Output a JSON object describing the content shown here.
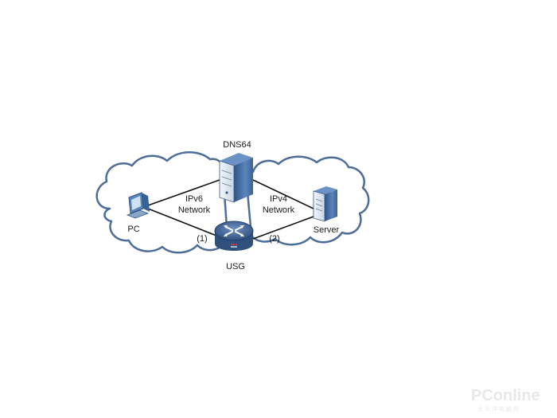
{
  "diagram": {
    "nodes": {
      "dns64": "DNS64",
      "pc": "PC",
      "server": "Server",
      "usg": "USG"
    },
    "networks": {
      "ipv6_line1": "IPv6",
      "ipv6_line2": "Network",
      "ipv4_line1": "IPv4",
      "ipv4_line2": "Network"
    },
    "steps": {
      "step1": "(1)",
      "step2": "(2)"
    },
    "colors": {
      "cloud_fill": "#ffffff",
      "cloud_stroke": "#4d6d99",
      "server_body": "#4a73a8",
      "server_face": "#e4ebf3",
      "router_body": "#3d5d8a",
      "link": "#111111"
    }
  },
  "watermark": {
    "main": "PConline",
    "sub": "太平洋电脑网"
  }
}
